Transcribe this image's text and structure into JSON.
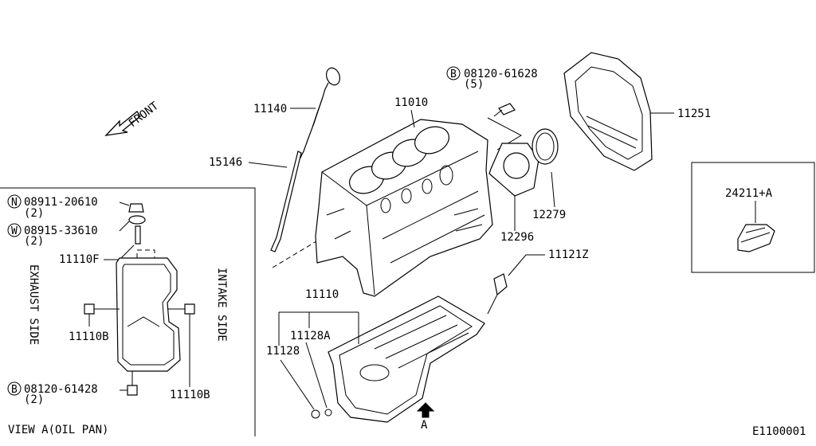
{
  "direction_label": "FRONT",
  "callouts": {
    "dipstick": "11140",
    "cylinder_block": "11010",
    "guide_tube": "15146",
    "rear_bolt": "08120-61628",
    "rear_bolt_qty": "(5)",
    "rear_bolt_marker": "B",
    "rear_plate": "11251",
    "oil_seal": "12279",
    "seal_retainer": "12296",
    "drain_plug_washer": "11121Z",
    "oil_pan_assy": "11110",
    "gasket": "11128A",
    "drain_plug": "11128",
    "arrow_a": "A",
    "inset_part": "24211+A"
  },
  "view_a": {
    "nut": "08911-20610",
    "nut_qty": "(2)",
    "nut_marker": "N",
    "washer": "08915-33610",
    "washer_qty": "(2)",
    "washer_marker": "W",
    "stud": "11110F",
    "bolt_left": "11110B",
    "bolt_right": "11110B",
    "bottom_bolt": "08120-61428",
    "bottom_bolt_qty": "(2)",
    "bottom_bolt_marker": "B",
    "exhaust_side": "EXHAUST SIDE",
    "intake_side": "INTAKE SIDE",
    "title": "VIEW A(OIL PAN)"
  },
  "figure_id": "E1100001"
}
